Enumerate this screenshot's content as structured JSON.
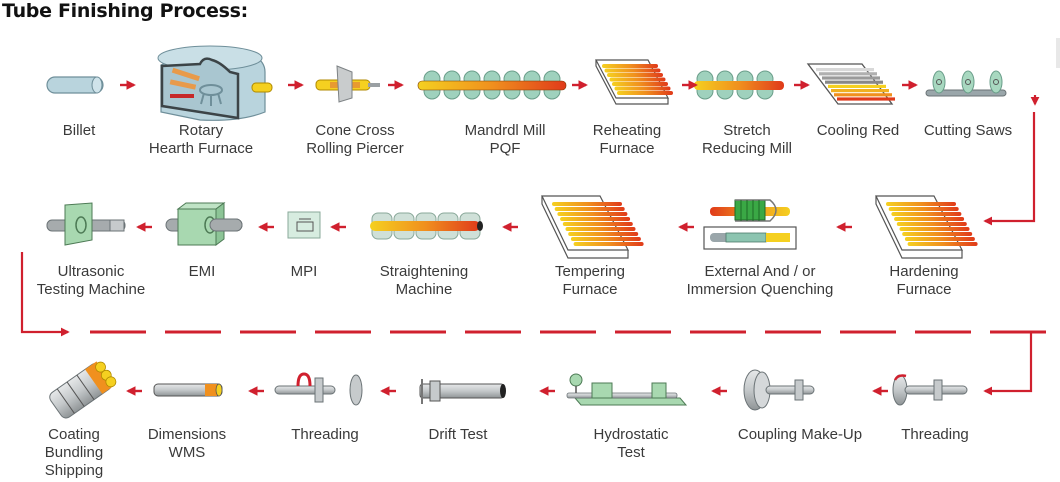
{
  "title": "Tube Finishing Process:",
  "colors": {
    "arrow": "#d0202e",
    "equipment_green": "#a8d8b0",
    "equipment_blue": "#b9d4dd",
    "tube_gray": "#b8bcbe",
    "hot_yellow": "#f5d020",
    "hot_red": "#e03a1a",
    "label_text": "#3a3a3a"
  },
  "rows": [
    {
      "direction": "left-to-right",
      "steps": [
        {
          "id": "billet",
          "icon": "billet-icon",
          "lines": [
            "Billet"
          ]
        },
        {
          "id": "rotary-hearth-furnace",
          "icon": "rotary-furnace-icon",
          "lines": [
            "Rotary",
            "Hearth Furnace"
          ]
        },
        {
          "id": "cone-cross-rolling-piercer",
          "icon": "piercer-icon",
          "lines": [
            "Cone Cross",
            "Rolling Piercer"
          ]
        },
        {
          "id": "mandrel-mill-pqf",
          "icon": "mandrel-mill-icon",
          "lines": [
            "Mandrdl Mill",
            "PQF"
          ]
        },
        {
          "id": "reheating-furnace",
          "icon": "furnace-icon",
          "lines": [
            "Reheating",
            "Furnace"
          ]
        },
        {
          "id": "stretch-reducing-mill",
          "icon": "reducing-mill-icon",
          "lines": [
            "Stretch",
            "Reducing Mill"
          ]
        },
        {
          "id": "cooling-red",
          "icon": "cooling-bed-icon",
          "lines": [
            "Cooling Red"
          ]
        },
        {
          "id": "cutting-saws",
          "icon": "saws-icon",
          "lines": [
            "Cutting Saws"
          ]
        }
      ]
    },
    {
      "direction": "right-to-left",
      "steps": [
        {
          "id": "hardening-furnace",
          "icon": "furnace-icon",
          "lines": [
            "Hardening",
            "Furnace"
          ]
        },
        {
          "id": "quenching",
          "icon": "quenching-icon",
          "lines": [
            "External And / or",
            "Immersion Quenching"
          ]
        },
        {
          "id": "tempering-furnace",
          "icon": "furnace-icon",
          "lines": [
            "Tempering",
            "Furnace"
          ]
        },
        {
          "id": "straightening-machine",
          "icon": "straightener-icon",
          "lines": [
            "Straightening",
            "Machine"
          ]
        },
        {
          "id": "mpi",
          "icon": "mpi-icon",
          "lines": [
            "MPI"
          ]
        },
        {
          "id": "emi",
          "icon": "emi-icon",
          "lines": [
            "EMI"
          ]
        },
        {
          "id": "ultrasonic-testing",
          "icon": "ultrasonic-icon",
          "lines": [
            "Ultrasonic",
            "Testing Machine"
          ]
        }
      ]
    },
    {
      "direction": "right-to-left",
      "steps": [
        {
          "id": "threading-1",
          "icon": "threading-icon",
          "lines": [
            "Threading"
          ]
        },
        {
          "id": "coupling-make-up",
          "icon": "coupling-icon",
          "lines": [
            "Coupling Make-Up"
          ]
        },
        {
          "id": "hydrostatic-test",
          "icon": "hydrostatic-icon",
          "lines": [
            "Hydrostatic",
            "Test"
          ]
        },
        {
          "id": "drift-test",
          "icon": "drift-icon",
          "lines": [
            "Drift Test"
          ]
        },
        {
          "id": "threading-2",
          "icon": "threading-icon",
          "lines": [
            "Threading"
          ]
        },
        {
          "id": "dimensions-wms",
          "icon": "dimensions-icon",
          "lines": [
            "Dimensions",
            "WMS"
          ]
        },
        {
          "id": "coating-bundling-shipping",
          "icon": "bundle-icon",
          "lines": [
            "Coating",
            "Bundling",
            "Shipping"
          ]
        }
      ]
    }
  ],
  "connectors": [
    {
      "from": "cutting-saws",
      "to": "hardening-furnace",
      "style": "solid-elbow"
    },
    {
      "from": "ultrasonic-testing",
      "to": "threading-1",
      "style": "dashed-loop"
    }
  ]
}
